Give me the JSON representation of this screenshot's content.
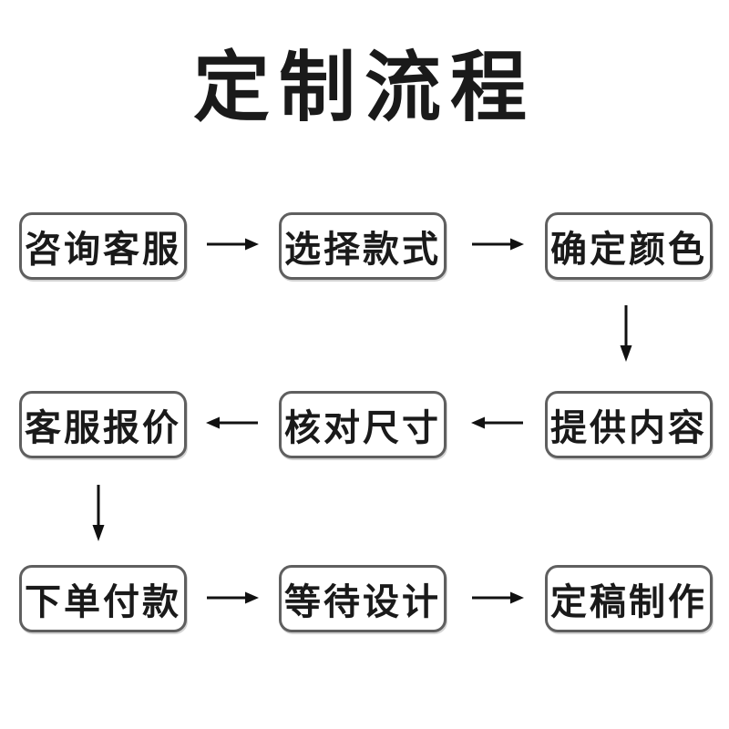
{
  "title": "定制流程",
  "colors": {
    "background": "#ffffff",
    "title_text": "#1a1a1a",
    "box_border": "#5f5f5f",
    "box_text": "#1a1a1a",
    "arrow": "#111111"
  },
  "flow": {
    "rows": [
      {
        "direction": "right",
        "steps": [
          "咨询客服",
          "选择款式",
          "确定颜色"
        ]
      },
      {
        "direction": "left",
        "steps": [
          "客服报价",
          "核对尺寸",
          "提供内容"
        ]
      },
      {
        "direction": "right",
        "steps": [
          "下单付款",
          "等待设计",
          "定稿制作"
        ]
      }
    ],
    "connectors": [
      {
        "type": "arrow-down",
        "from": "确定颜色",
        "to": "提供内容",
        "column": "right"
      },
      {
        "type": "arrow-down",
        "from": "客服报价",
        "to": "下单付款",
        "column": "left"
      }
    ],
    "sequence": [
      "咨询客服",
      "选择款式",
      "确定颜色",
      "提供内容",
      "核对尺寸",
      "客服报价",
      "下单付款",
      "等待设计",
      "定稿制作"
    ]
  }
}
